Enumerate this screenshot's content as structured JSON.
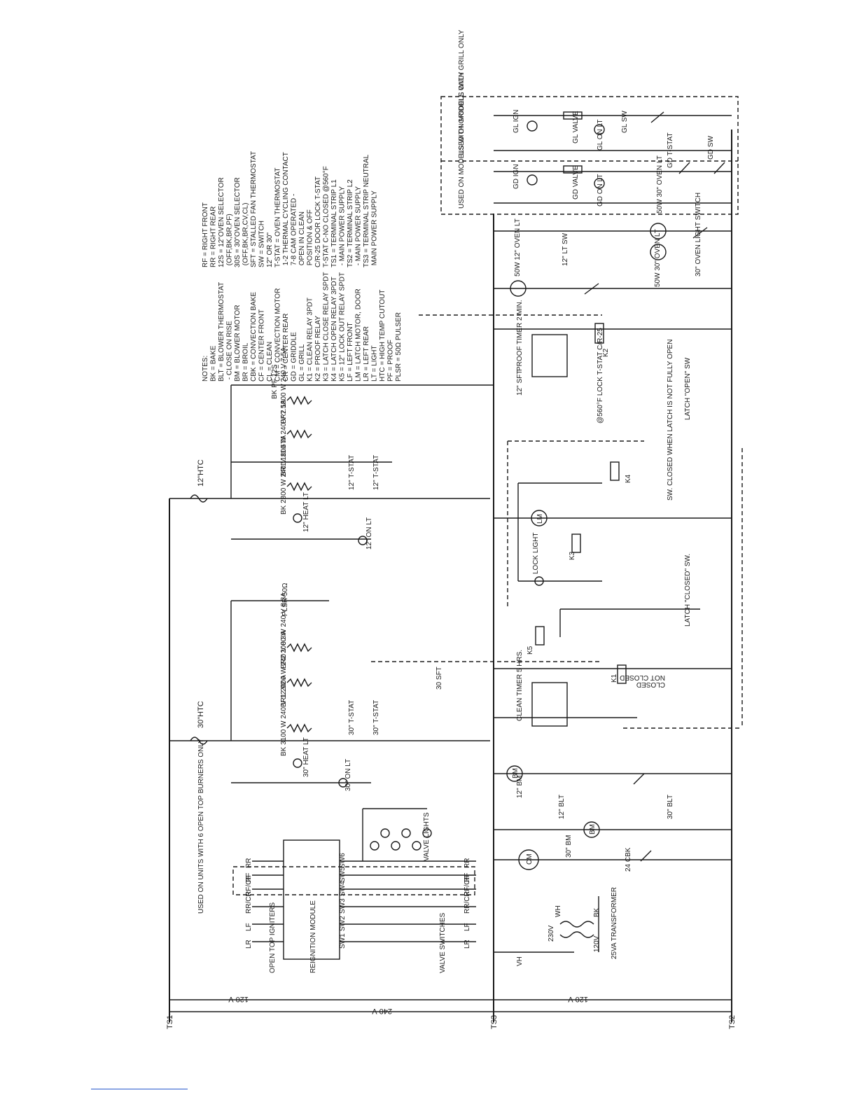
{
  "legend": {
    "title": "NOTES:",
    "col1": [
      "BK = BAKE",
      "BLT = BLOWER THERMOSTAT",
      "  - CLOSE ON RISE",
      "BM = BLOWER MOTOR",
      "BR = BROIL",
      "CBK = CONVECTION BAKE",
      "CF = CENTER FRONT",
      "CL = CLEAN",
      "CM = CONVECTION MOTOR",
      "CR = CENTER REAR",
      "GD = GRIDDLE",
      "GL = GRILL",
      "K1 = CLEAN RELAY 3PDT",
      "K2 = PROOF RELAY",
      "K3 = LATCH CLOSE RELAY SPDT",
      "K4 = LATCH OPEN RELAY 3PDT",
      "K5 = 12\" LOCK OUT RELAY SPDT",
      "LF = LEFT FRONT",
      "LM = LATCH MOTOR, DOOR",
      "LR = LEFT REAR",
      "LT = LIGHT",
      "HTC = HIGH TEMP CUTOUT",
      "PF = PROOF",
      "PLSR = 50Ω PULSER"
    ],
    "col2": [
      "RF = RIGHT FRONT",
      "RR = RIGHT REAR",
      "12S = 12\"OVEN SELECTOR",
      "  (OFF,BK,BR,PF)",
      "30S = 30\"OVEN SELECTOR",
      "  (OFF,BK,BR,CV,CL)",
      "SFT = STALLED FAN THERMOSTAT",
      "SW = SWITCH",
      "12\" OR 30\"",
      "T-STAT = OVEN THERMOSTAT",
      "  1-2 THERMAL CYCLING CONTACT",
      "  7-8 CAM OPERATED -",
      "  OPEN IN CLEAN",
      "  POSITION & OFF",
      "C/R-25 DOOR LOCK T-STAT",
      "T-STAT C-NO CLOSED @560°F",
      "TS1 = TERMINAL STRIP L1",
      "  - MAIN POWER SUPPLY",
      "TS2 = TERMINAL STRIP L2",
      "  - MAIN POWER SUPPLY",
      "TS3 = TERMINAL STRIP NEUTRAL",
      "  MAIN POWER SUPPLY"
    ]
  },
  "rails": {
    "ts1": "TS1",
    "ts3": "TS3",
    "ts2": "TS2",
    "v240": "240 V",
    "v120a": "120 V",
    "v120b": "120 V"
  },
  "cutouts": {
    "htc12": "12\"HTC",
    "htc30": "30\"HTC"
  },
  "dashed_boxes": {
    "grill": "USED ON MODELS WITH GRILL ONLY",
    "griddle": "USED ON MODELS WITH GRIDDLE ONLY",
    "burners": "USED ON UNITS WITH 6 OPEN TOP BURNERS ONLY"
  },
  "labels": {
    "grill_ign": "GL IGN",
    "grill_valve": "GL VALVE",
    "grill_on_lt": "GL ON LT",
    "grill_sw": "GL SW",
    "griddle_ign": "GD IGN",
    "griddle_valve": "GD VALVE",
    "griddle_on_lt": "GD ON LT",
    "griddle_tstat": "GD T-STAT",
    "griddle_sw": "GD SW",
    "oven_lt_50w_30": "50W 30\" OVEN LT",
    "oven_lt_50w_12": "50W 12\" OVEN LT",
    "oven_lt_50w_30b": "50W 30\" OVEN LT",
    "lt_sw_12": "12\" LT SW",
    "oven_light_switch": "30\" OVEN LIGHT SWITCH",
    "proof_timer": "PROOF TIMER 2 MIN.",
    "clean_timer": "CLEAN TIMER 5 HRS.",
    "bk_pf_12s": "BK PF 12S",
    "br1_12": "BR1 1800 W 240 V 7.5A",
    "br2_12": "BR2 1800 W 240 V 7.5A",
    "bk_12": "BK 2800 W 240 V 11.67A",
    "heat_lt_12": "12\" HEAT LT",
    "on_lt_12": "12\" ON LT",
    "tstat_12a": "12\" T-STAT",
    "tstat_12b": "12\" T-STAT",
    "sft_12": "12\" SFT",
    "plsr": "PLSR 50Ω",
    "br2_30": "BR2 2000 W 240 V 8.3A",
    "br1_30": "BR1 2000 W 240 V 8.3A",
    "bk_30": "BK 3100 W 240 V 12.92 A",
    "heat_lt_30": "30\" HEAT LT",
    "on_lt_30": "30\" ON LT",
    "tstat_30a": "30\" T-STAT",
    "tstat_30b": "30\" T-STAT",
    "sft_30": "30 SFT",
    "lock_light": "LOCK LIGHT",
    "lm": "LM",
    "k3": "K3",
    "k4": "K4",
    "k5": "K5",
    "k2": "K2",
    "k1": "K1",
    "latch_closed_sw": "LATCH \"CLOSED\" SW.",
    "sw_closed_when": "SW. CLOSED WHEN LATCH IS NOT FULLY OPEN",
    "latch_open_sw": "LATCH \"OPEN\" SW",
    "lock_tstat": "@560°F LOCK T-STAT C/R-25",
    "not_closed": "NOT CLOSED",
    "closed": "CLOSED",
    "bm_12": "12\" BM",
    "bm_30": "30\" BM",
    "blt_12": "12\" BLT",
    "blt_30": "30\" BLT",
    "cm": "CM",
    "cbk_24": "24 CBK",
    "transformer": "25VA TRANSFORMER",
    "v230": "230V",
    "v120t": "120V",
    "wh": "WH",
    "bk_t": "BK",
    "vh": "VH",
    "reignition": "REIGNITION MODULE",
    "open_top_igniters": "OPEN TOP IGNITERS",
    "valve_switches": "VALVE SWITCHES",
    "valve_lights": "VALVE LIGHTS",
    "burner_labels": [
      "LR",
      "LF",
      "RR/CR",
      "RF/CF",
      "RF",
      "RR"
    ],
    "sw_labels": [
      "SW1",
      "SW2",
      "SW3",
      "SW4",
      "SW5",
      "SW6"
    ],
    "bm_a": "BM",
    "bm_b": "BM"
  }
}
